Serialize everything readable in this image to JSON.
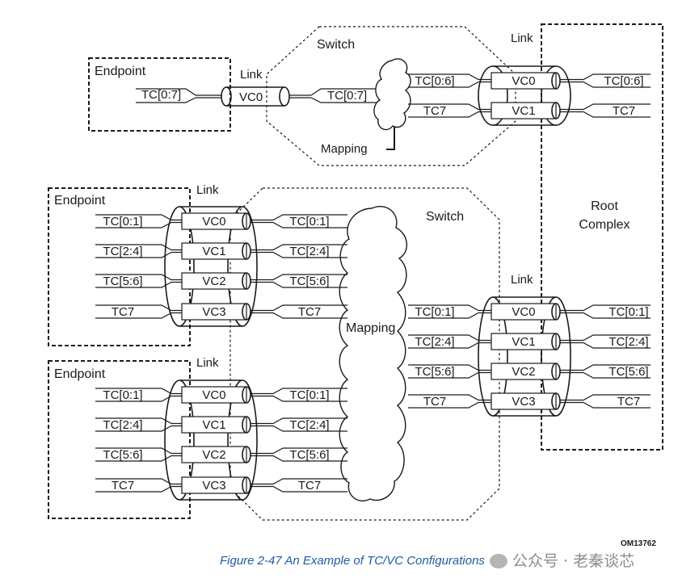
{
  "figure": {
    "id_code": "OM13762",
    "caption": "Figure  2-47  An Example of TC/VC Configurations",
    "watermark": "公众号 · 老秦谈芯"
  },
  "root_complex": {
    "line1": "Root",
    "line2": "Complex"
  },
  "switches": [
    {
      "label": "Switch",
      "mapping_label": "Mapping"
    },
    {
      "label": "Switch",
      "mapping_label": "Mapping"
    }
  ],
  "top_endpoint": {
    "label": "Endpoint",
    "tc": "TC[0:7]",
    "link_label": "Link",
    "vc": "VC0",
    "switch_in_tc": "TC[0:7]"
  },
  "top_switch_to_root": {
    "link_label": "Link",
    "lanes": [
      {
        "tc_left": "TC[0:6]",
        "vc": "VC0",
        "tc_right": "TC[0:6]"
      },
      {
        "tc_left": "TC7",
        "vc": "VC1",
        "tc_right": "TC7"
      }
    ]
  },
  "bottom_endpoints": [
    {
      "label": "Endpoint",
      "link_label": "Link",
      "lanes": [
        {
          "tc_left": "TC[0:1]",
          "vc": "VC0",
          "tc_right": "TC[0:1]"
        },
        {
          "tc_left": "TC[2:4]",
          "vc": "VC1",
          "tc_right": "TC[2:4]"
        },
        {
          "tc_left": "TC[5:6]",
          "vc": "VC2",
          "tc_right": "TC[5:6]"
        },
        {
          "tc_left": "TC7",
          "vc": "VC3",
          "tc_right": "TC7"
        }
      ]
    },
    {
      "label": "Endpoint",
      "link_label": "Link",
      "lanes": [
        {
          "tc_left": "TC[0:1]",
          "vc": "VC0",
          "tc_right": "TC[0:1]"
        },
        {
          "tc_left": "TC[2:4]",
          "vc": "VC1",
          "tc_right": "TC[2:4]"
        },
        {
          "tc_left": "TC[5:6]",
          "vc": "VC2",
          "tc_right": "TC[5:6]"
        },
        {
          "tc_left": "TC7",
          "vc": "VC3",
          "tc_right": "TC7"
        }
      ]
    }
  ],
  "bottom_switch_to_root": {
    "link_label": "Link",
    "lanes": [
      {
        "tc_left": "TC[0:1]",
        "vc": "VC0",
        "tc_right": "TC[0:1]"
      },
      {
        "tc_left": "TC[2:4]",
        "vc": "VC1",
        "tc_right": "TC[2:4]"
      },
      {
        "tc_left": "TC[5:6]",
        "vc": "VC2",
        "tc_right": "TC[5:6]"
      },
      {
        "tc_left": "TC7",
        "vc": "VC3",
        "tc_right": "TC7"
      }
    ]
  }
}
